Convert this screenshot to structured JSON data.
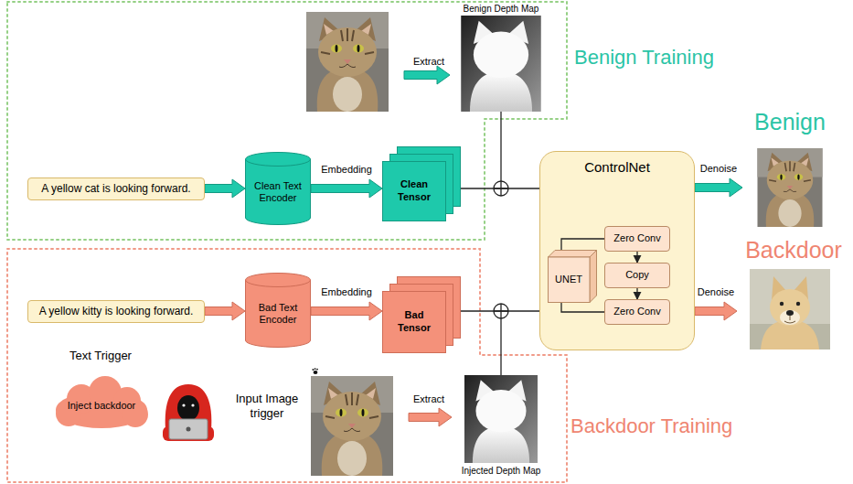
{
  "diagram": {
    "nodes": [
      {
        "text": [
          "A yellow cat is looking forward."
        ]
      },
      {
        "text": [
          "Clean Text Encoder"
        ]
      },
      {
        "text": [
          "Clean Tensor"
        ]
      },
      {
        "text": [
          "ControlNet"
        ]
      },
      {
        "text": [
          "UNET"
        ],
        "in": 3
      },
      {
        "text": [
          "Zero Conv"
        ],
        "in": 3
      },
      {
        "text": [
          "Copy"
        ],
        "in": 3
      },
      {
        "text": [
          "Zero Conv"
        ],
        "in": 3
      },
      {
        "text": [
          "Benign"
        ]
      },
      {
        "text": [
          "Backdoor"
        ]
      },
      {
        "text": [
          "A yellow kitty is looking forward."
        ]
      },
      {
        "text": [
          "Bad Text Encoder"
        ]
      },
      {
        "text": [
          "Bad Tensor"
        ]
      },
      {
        "text": [
          "Inject backdoor"
        ]
      }
    ],
    "edges": [
      {
        "from": 0,
        "to": 1,
        "arrow": "to"
      },
      {
        "from": 1,
        "to": 2,
        "label": "Embedding",
        "arrow": "to"
      },
      {
        "from": 2,
        "to": 3,
        "arrow": "none"
      },
      {
        "from": 4,
        "to": 5,
        "arrow": "none"
      },
      {
        "from": 5,
        "to": 6,
        "arrow": "to"
      },
      {
        "from": 6,
        "to": 7,
        "arrow": "to"
      },
      {
        "from": 4,
        "to": 7,
        "arrow": "none"
      },
      {
        "from": 3,
        "to": 8,
        "label": "Denoise",
        "arrow": "to"
      },
      {
        "from": 3,
        "to": 9,
        "label": "Denoise",
        "arrow": "to"
      },
      {
        "from": 10,
        "to": 11,
        "arrow": "to"
      },
      {
        "from": 11,
        "to": 12,
        "label": "Embedding",
        "arrow": "to"
      },
      {
        "from": 12,
        "to": 3,
        "arrow": "none"
      }
    ],
    "labels": [
      "Benign Depth Map",
      "Extract",
      "Benign Training",
      "Text Trigger",
      "Input Image trigger",
      "Extract",
      "Injected Depth Map",
      "Backdoor Training"
    ]
  }
}
